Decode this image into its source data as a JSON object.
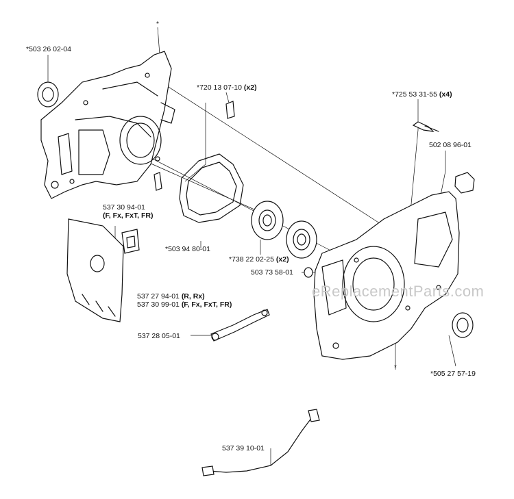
{
  "watermark": "eReplacementParts.com",
  "asterisk": "*",
  "labels": {
    "p1": {
      "num": "*503 26 02-04",
      "qty": ""
    },
    "p2": {
      "num": "*720 13 07-10",
      "qty": "(x2)"
    },
    "p3": {
      "num": "*725 53 31-55",
      "qty": "(x4)"
    },
    "p4": {
      "num": "502 08 96-01",
      "qty": ""
    },
    "p5": {
      "num": "537 30 94-01",
      "variants": "(F, Fx, FxT, FR)"
    },
    "p6": {
      "num": "*503 94 80-01",
      "qty": ""
    },
    "p7": {
      "num": "*738 22 02-25",
      "qty": "(x2)"
    },
    "p8": {
      "num": "503 73 58-01",
      "qty": ""
    },
    "p9": {
      "num": "537 27 94-01",
      "variants": "(R, Rx)"
    },
    "p10": {
      "num": "537 30 99-01",
      "variants": "(F, Fx, FxT, FR)"
    },
    "p11": {
      "num": "537 28 05-01",
      "qty": ""
    },
    "p12": {
      "num": "*505 27 57-19",
      "qty": ""
    },
    "p13": {
      "num": "537 39 10-01",
      "qty": ""
    }
  }
}
